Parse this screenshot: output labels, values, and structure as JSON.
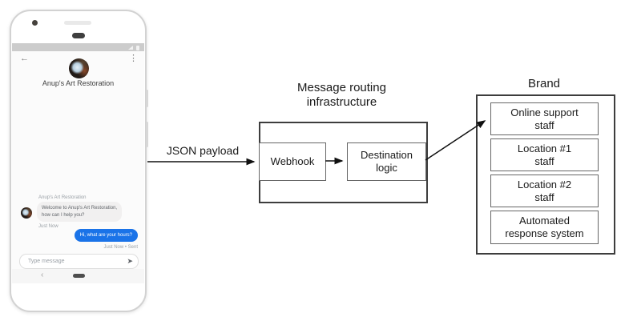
{
  "phone": {
    "header": {
      "back_icon": "←",
      "menu_icon": "⋮",
      "title": "Anup's Art Restoration"
    },
    "conversation": {
      "sender_label": "Anup's Art Restoration",
      "incoming": {
        "text": "Welcome to Anup's Art Restoration,\nhow can I help you?",
        "timestamp": "Just Now"
      },
      "outgoing": {
        "text": "Hi, what are your hours?",
        "timestamp": "Just Now • Sent"
      }
    },
    "composer": {
      "placeholder": "Type message",
      "send_icon": "➤"
    },
    "nav": {
      "back_icon": "‹"
    }
  },
  "diagram": {
    "json_payload_label": "JSON payload",
    "routing": {
      "title": "Message routing\ninfrastructure",
      "webhook_label": "Webhook",
      "destination_label": "Destination\nlogic"
    },
    "brand": {
      "title": "Brand",
      "items": [
        {
          "label": "Online support\nstaff"
        },
        {
          "label": "Location #1\nstaff"
        },
        {
          "label": "Location #2\nstaff"
        },
        {
          "label": "Automated\nresponse system"
        }
      ]
    }
  },
  "colors": {
    "bubble_blue": "#1a73e8",
    "bubble_gray": "#f1f0f0",
    "status_bar": "#cccccc",
    "outer_border": "#3d3d3d",
    "inner_border": "#666666",
    "arrow": "#111111"
  }
}
